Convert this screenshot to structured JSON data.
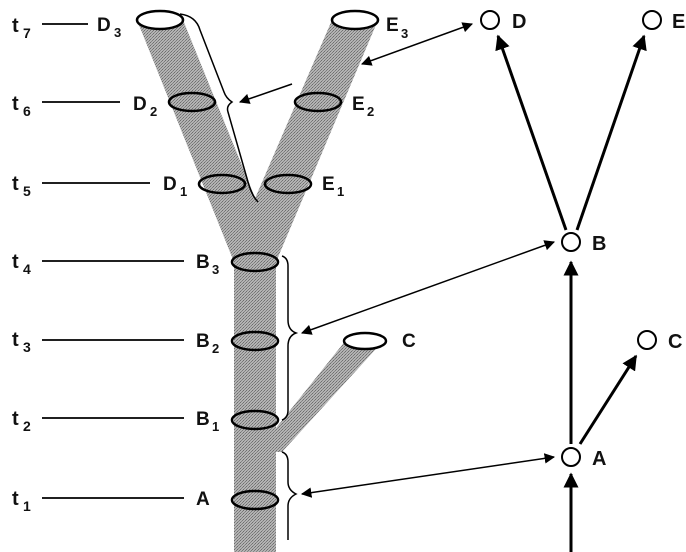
{
  "time_levels": [
    {
      "t": "t",
      "sub": "7",
      "node": "D",
      "node_sub": "3",
      "node2": "E",
      "node2_sub": "3"
    },
    {
      "t": "t",
      "sub": "6",
      "node": "D",
      "node_sub": "2",
      "node2": "E",
      "node2_sub": "2"
    },
    {
      "t": "t",
      "sub": "5",
      "node": "D",
      "node_sub": "1",
      "node2": "E",
      "node2_sub": "1"
    },
    {
      "t": "t",
      "sub": "4",
      "node": "B",
      "node_sub": "3"
    },
    {
      "t": "t",
      "sub": "3",
      "node": "B",
      "node_sub": "2",
      "node2": "C"
    },
    {
      "t": "t",
      "sub": "2",
      "node": "B",
      "node_sub": "1"
    },
    {
      "t": "t",
      "sub": "1",
      "node": "A",
      "node_sub": ""
    }
  ],
  "tree_nodes": {
    "A": "A",
    "B": "B",
    "C": "C",
    "D": "D",
    "E": "E"
  },
  "colors": {
    "branch_fill": "#9a9a9a",
    "stroke": "#000000"
  }
}
